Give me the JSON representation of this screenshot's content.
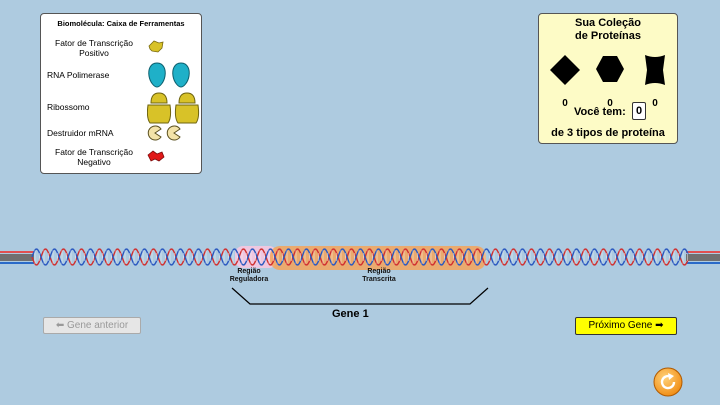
{
  "toolbox": {
    "title": "Biomolécula: Caixa de Ferramentas",
    "items": [
      {
        "label": "Fator de Transcrição Positivo",
        "icon": "positive-transcription-factor-icon"
      },
      {
        "label": "RNA Polimerase",
        "icon": "rna-polymerase-icon"
      },
      {
        "label": "Ribossomo",
        "icon": "ribosome-icon"
      },
      {
        "label": "Destruidor mRNA",
        "icon": "mrna-destroyer-icon"
      },
      {
        "label": "Fator de Transcrição Negativo",
        "icon": "negative-transcription-factor-icon"
      }
    ]
  },
  "collection": {
    "title_line1": "Sua Coleção",
    "title_line2": "de Proteínas",
    "protein_counts": [
      "0",
      "0",
      "0"
    ],
    "you_have_label": "Você tem:",
    "you_have_value": "0",
    "of_types_label": "de 3 tipos de proteína"
  },
  "dna": {
    "regulatory_region_label": "Região Reguladora",
    "transcribed_region_label": "Região Transcrita",
    "gene_label": "Gene 1"
  },
  "nav": {
    "prev_label": "Gene anterior",
    "next_label": "Próximo Gene"
  },
  "colors": {
    "background": "#aecbe0",
    "next_button": "#ffff00",
    "transcribed_highlight": "#f5a55a",
    "regulatory_highlight": "#f6c6e0"
  }
}
